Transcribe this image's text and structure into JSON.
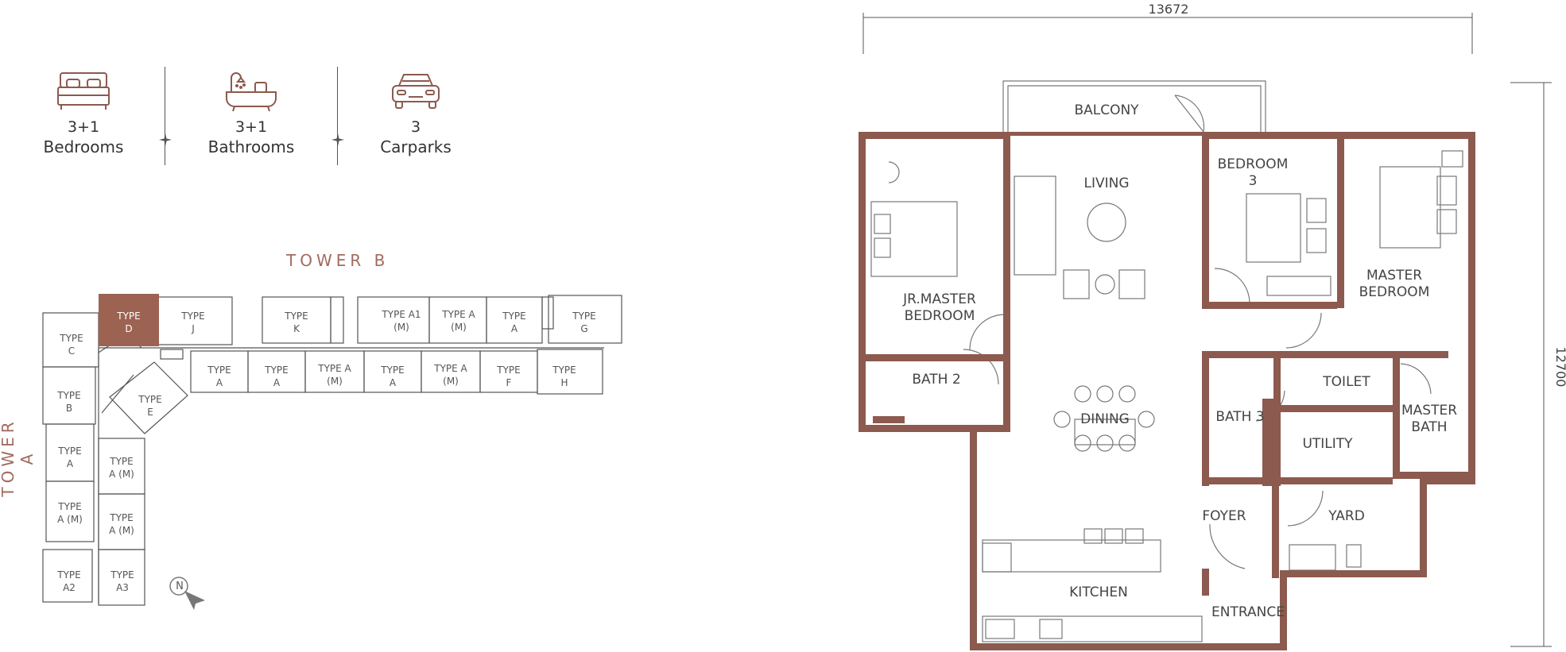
{
  "summary": {
    "bedrooms": {
      "value": "3+1",
      "label": "Bedrooms"
    },
    "bathrooms": {
      "value": "3+1",
      "label": "Bathrooms"
    },
    "carparks": {
      "value": "3",
      "label": "Carparks"
    }
  },
  "keyplan": {
    "tower_a": "TOWER A",
    "tower_b": "TOWER B",
    "north": "N",
    "units": {
      "c": [
        "TYPE",
        "C"
      ],
      "d": [
        "TYPE",
        "D"
      ],
      "j": [
        "TYPE",
        "J"
      ],
      "k": [
        "TYPE",
        "K"
      ],
      "a1m": [
        "TYPE A1",
        "(M)"
      ],
      "am1": [
        "TYPE A",
        "(M)"
      ],
      "a_top": [
        "TYPE",
        "A"
      ],
      "g": [
        "TYPE",
        "G"
      ],
      "a_b1": [
        "TYPE",
        "A"
      ],
      "a_b2": [
        "TYPE",
        "A"
      ],
      "am_b3": [
        "TYPE A",
        "(M)"
      ],
      "a_b4": [
        "TYPE",
        "A"
      ],
      "am_b5": [
        "TYPE A",
        "(M)"
      ],
      "f": [
        "TYPE",
        "F"
      ],
      "h": [
        "TYPE",
        "H"
      ],
      "b": [
        "TYPE",
        "B"
      ],
      "e": [
        "TYPE",
        "E"
      ],
      "a_l1": [
        "TYPE",
        "A"
      ],
      "am_r1": [
        "TYPE",
        "A (M)"
      ],
      "am_l2": [
        "TYPE",
        "A (M)"
      ],
      "am_r2": [
        "TYPE",
        "A (M)"
      ],
      "a2": [
        "TYPE",
        "A2"
      ],
      "a3": [
        "TYPE",
        "A3"
      ]
    }
  },
  "floorplan": {
    "dim_width": "13672",
    "dim_height": "12700",
    "rooms": {
      "balcony": "BALCONY",
      "living": "LIVING",
      "bedroom3_a": "BEDROOM",
      "bedroom3_b": "3",
      "jr_a": "JR.MASTER",
      "jr_b": "BEDROOM",
      "master_a": "MASTER",
      "master_b": "BEDROOM",
      "bath2": "BATH 2",
      "dining": "DINING",
      "toilet": "TOILET",
      "bath3": "BATH 3",
      "utility": "UTILITY",
      "masterbath_a": "MASTER",
      "masterbath_b": "BATH",
      "foyer": "FOYER",
      "yard": "YARD",
      "kitchen": "KITCHEN",
      "entrance": "ENTRANCE"
    }
  },
  "colors": {
    "wall": "#8c5a4e",
    "highlight": "#9c6352",
    "line": "#666666",
    "accent": "#a26b5e"
  }
}
